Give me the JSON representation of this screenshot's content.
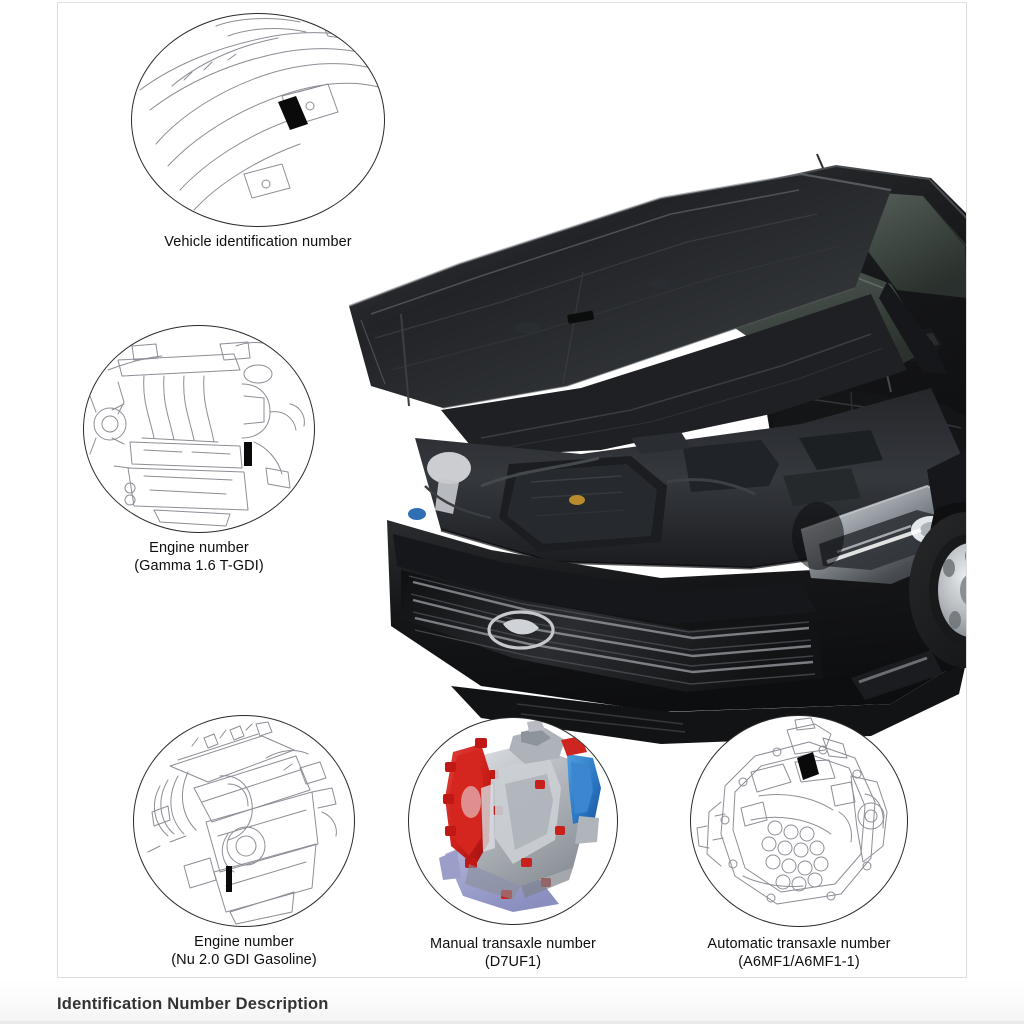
{
  "document": {
    "footer_heading": "Identification Number Description"
  },
  "diagram": {
    "subject": "Hyundai Tucson front three-quarter view with hood open",
    "callouts": [
      {
        "id": "vin",
        "title": "Vehicle identification number",
        "subtitle": "",
        "illustration": "cowl-vin-plate-line-drawing",
        "marker": "black-vin-plate"
      },
      {
        "id": "engine-gamma",
        "title": "Engine number",
        "subtitle": "(Gamma 1.6 T-GDI)",
        "illustration": "gamma-engine-line-drawing",
        "marker": "black-stamp-bar"
      },
      {
        "id": "engine-nu",
        "title": "Engine number",
        "subtitle": "(Nu 2.0 GDI Gasoline)",
        "illustration": "nu-engine-line-drawing",
        "marker": "black-stamp-bar"
      },
      {
        "id": "manual-transaxle",
        "title": "Manual transaxle number",
        "subtitle": "(D7UF1)",
        "illustration": "manual-transaxle-color-render",
        "marker": "none"
      },
      {
        "id": "automatic-transaxle",
        "title": "Automatic transaxle number",
        "subtitle": "(A6MF1/A6MF1-1)",
        "illustration": "automatic-transaxle-line-drawing",
        "marker": "black-stamp-bar"
      }
    ]
  },
  "colors": {
    "line_art": "#8d8d96",
    "circle_outline": "#2b2b2b",
    "marker": "#0a0a0a",
    "leader": "#3a3a3a",
    "transaxle_red": "#d0241f",
    "transaxle_blue": "#2f7fd0",
    "transaxle_gray": "#b9bcc2",
    "transaxle_lavender": "#9a9ec8",
    "body_black": "#1b1c1e",
    "glass": "#4d5550",
    "footer_text": "#333333"
  }
}
